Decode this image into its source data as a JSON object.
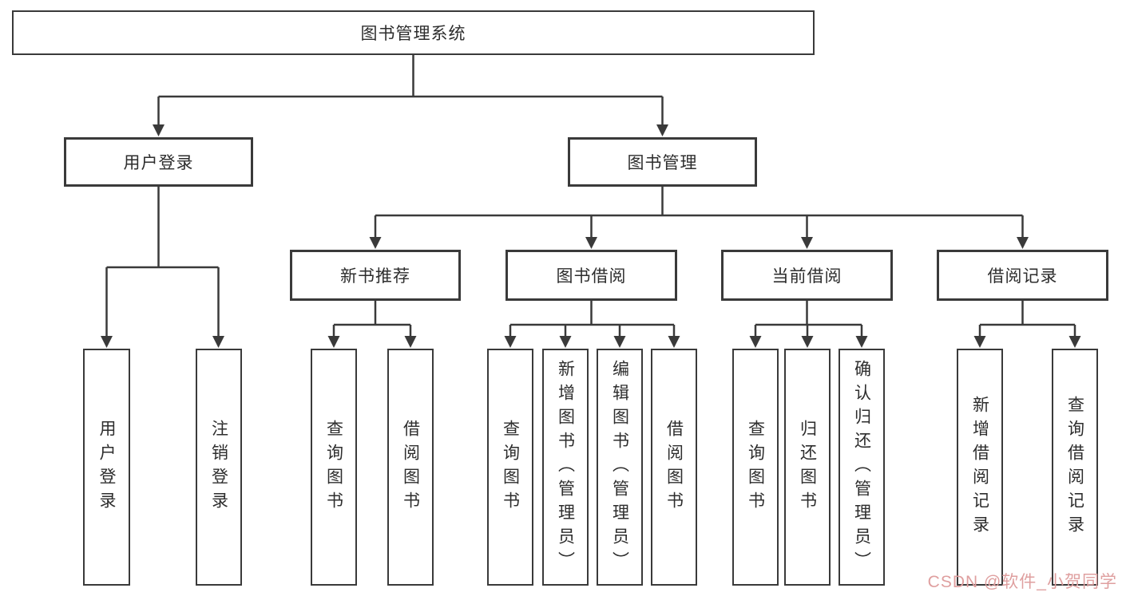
{
  "tree": {
    "label": "图书管理系统",
    "children": [
      {
        "label": "用户登录",
        "children": [
          {
            "label": "用户登录"
          },
          {
            "label": "注销登录"
          }
        ]
      },
      {
        "label": "图书管理",
        "children": [
          {
            "label": "新书推荐",
            "children": [
              {
                "label": "查询图书"
              },
              {
                "label": "借阅图书"
              }
            ]
          },
          {
            "label": "图书借阅",
            "children": [
              {
                "label": "查询图书"
              },
              {
                "label": "新增图书（管理员）"
              },
              {
                "label": "编辑图书（管理员）"
              },
              {
                "label": "借阅图书"
              }
            ]
          },
          {
            "label": "当前借阅",
            "children": [
              {
                "label": "查询图书"
              },
              {
                "label": "归还图书"
              },
              {
                "label": "确认归还（管理员）"
              }
            ]
          },
          {
            "label": "借阅记录",
            "children": [
              {
                "label": "新增借阅记录"
              },
              {
                "label": "查询借阅记录"
              }
            ]
          }
        ]
      }
    ]
  },
  "watermark": {
    "text": "CSDN @软件_小贺同学"
  },
  "style": {
    "line_color": "#3a3a3a",
    "box_border_color": "#3a3a3a",
    "text_color": "#2d2d2d",
    "watermark_color": "#df9f9f",
    "background": "#ffffff"
  }
}
